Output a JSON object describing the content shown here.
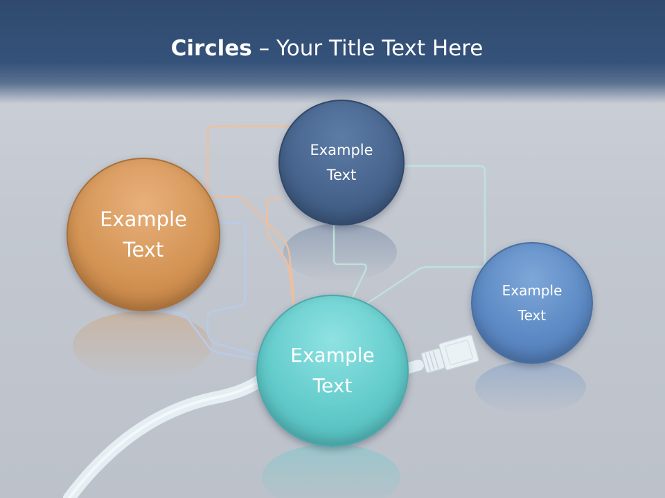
{
  "slide": {
    "title_bold": "Circles",
    "title_rest": " – Your Title Text Here"
  },
  "circles": [
    {
      "label": "Example\nText",
      "color": "#d49555"
    },
    {
      "label": "Example\nText",
      "color": "#47648d"
    },
    {
      "label": "Example\nText",
      "color": "#63cbcb"
    },
    {
      "label": "Example\nText",
      "color": "#5d8ac5"
    }
  ],
  "colors": {
    "header": "#35527a",
    "background": "#c3c8d0",
    "cable": "#e4eef3"
  }
}
